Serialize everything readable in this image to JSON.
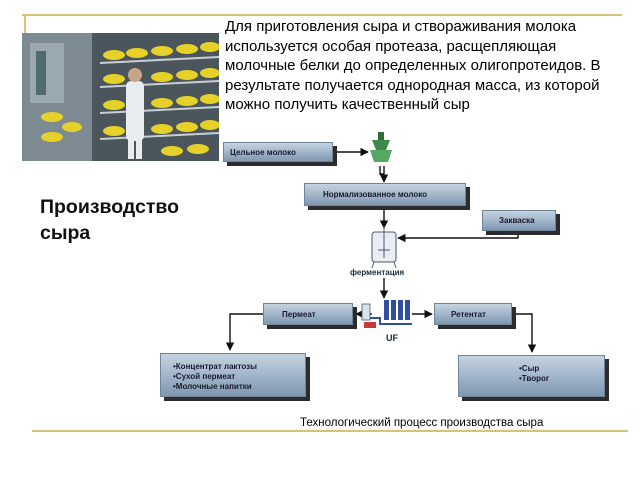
{
  "intro_text": "Для приготовления сыра и створаживания молока используется особая протеаза, расщепляющая молочные белки до определенных олигопротеидов. В результате получается однородная масса, из которой можно получить качественный сыр",
  "heading": "Производство сыра",
  "diagram": {
    "whole_milk": "Цельное молоко",
    "normalized_milk": "Нормализованное молоко",
    "starter": "Закваска",
    "fermentation": "ферментация",
    "permeate": "Пермеат",
    "retentate": "Ретентат",
    "uf": "UF",
    "permeate_products": [
      "•Концентрат лактозы",
      "•Сухой пермеат",
      "•Молочные напитки"
    ],
    "retentate_products": [
      "•Сыр",
      "•Творог"
    ]
  },
  "caption": "Технологический процесс производства сыра",
  "colors": {
    "rule": "#d8c27a",
    "box_fill": "#9fb3c8",
    "box_shadow": "#2c2c2c"
  }
}
